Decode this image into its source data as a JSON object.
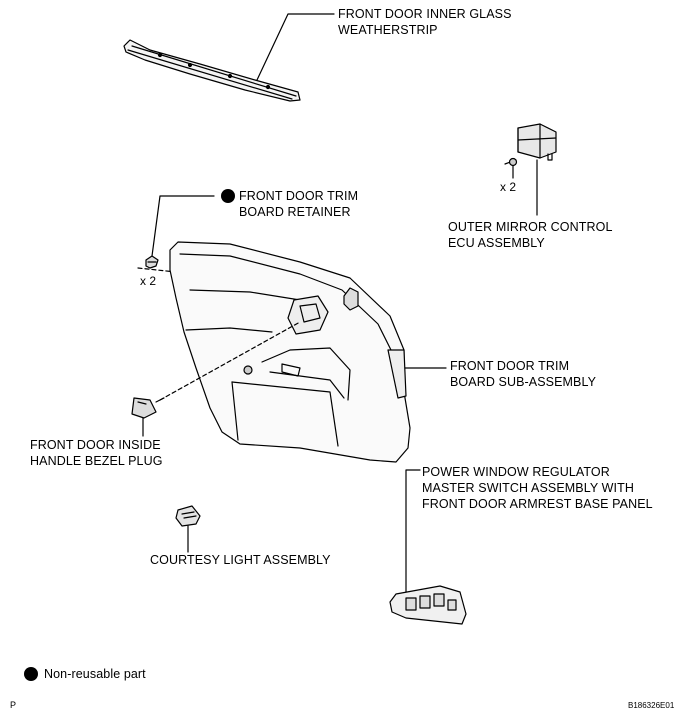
{
  "labels": {
    "weatherstrip_l1": "FRONT DOOR INNER GLASS",
    "weatherstrip_l2": "WEATHERSTRIP",
    "retainer_l1": "FRONT DOOR TRIM",
    "retainer_l2": "BOARD RETAINER",
    "ecu_l1": "OUTER MIRROR CONTROL",
    "ecu_l2": "ECU ASSEMBLY",
    "trim_l1": "FRONT DOOR TRIM",
    "trim_l2": "BOARD SUB-ASSEMBLY",
    "bezel_l1": "FRONT DOOR INSIDE",
    "bezel_l2": "HANDLE BEZEL PLUG",
    "switch_l1": "POWER WINDOW REGULATOR",
    "switch_l2": "MASTER SWITCH ASSEMBLY WITH",
    "switch_l3": "FRONT DOOR ARMREST BASE PANEL",
    "courtesy": "COURTESY LIGHT ASSEMBLY"
  },
  "quantities": {
    "ecu_screws": "x 2",
    "retainers": "x 2"
  },
  "legend": {
    "non_reusable": "Non-reusable part"
  },
  "footer": {
    "left_mark": "P",
    "figure_code": "B186326E01"
  }
}
